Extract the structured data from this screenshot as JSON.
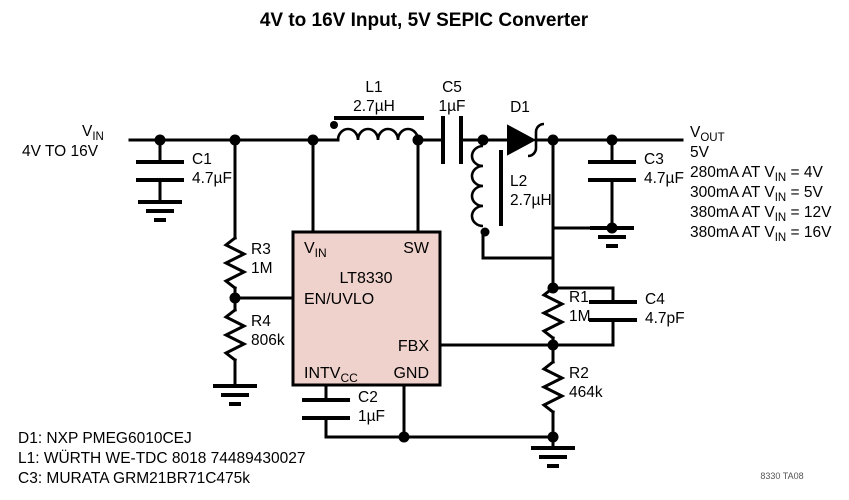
{
  "title": "4V to 16V Input, 5V SEPIC Converter",
  "input": {
    "label_main": "V",
    "label_sub": "IN",
    "range": "4V TO 16V"
  },
  "output": {
    "label_main": "V",
    "label_sub": "OUT",
    "voltage": "5V",
    "currents": [
      {
        "pre": "280mA AT V",
        "sub": "IN",
        "post": " = 4V"
      },
      {
        "pre": "300mA AT V",
        "sub": "IN",
        "post": " = 5V"
      },
      {
        "pre": "380mA AT V",
        "sub": "IN",
        "post": " = 12V"
      },
      {
        "pre": "380mA AT V",
        "sub": "IN",
        "post": " = 16V"
      }
    ]
  },
  "ic": {
    "part": "LT8330",
    "pins": {
      "vin_main": "V",
      "vin_sub": "IN",
      "sw": "SW",
      "en_uvlo": "EN/UVLO",
      "fbx": "FBX",
      "intvcc_main": "INTV",
      "intvcc_sub": "CC",
      "gnd": "GND"
    },
    "fill_color": "#efd2cc"
  },
  "components": {
    "C1": {
      "ref": "C1",
      "value": "4.7µF"
    },
    "C2": {
      "ref": "C2",
      "value": "1µF"
    },
    "C3": {
      "ref": "C3",
      "value": "4.7µF"
    },
    "C4": {
      "ref": "C4",
      "value": "4.7pF"
    },
    "C5": {
      "ref": "C5",
      "value": "1µF"
    },
    "L1": {
      "ref": "L1",
      "value": "2.7µH"
    },
    "L2": {
      "ref": "L2",
      "value": "2.7µH"
    },
    "D1": {
      "ref": "D1"
    },
    "R1": {
      "ref": "R1",
      "value": "1M"
    },
    "R2": {
      "ref": "R2",
      "value": "464k"
    },
    "R3": {
      "ref": "R3",
      "value": "1M"
    },
    "R4": {
      "ref": "R4",
      "value": "806k"
    }
  },
  "notes": [
    "D1: NXP PMEG6010CEJ",
    "L1: WÜRTH WE-TDC 8018 74489430027",
    "C3: MURATA GRM21BR71C475k"
  ],
  "figure_id": "8330 TA08"
}
